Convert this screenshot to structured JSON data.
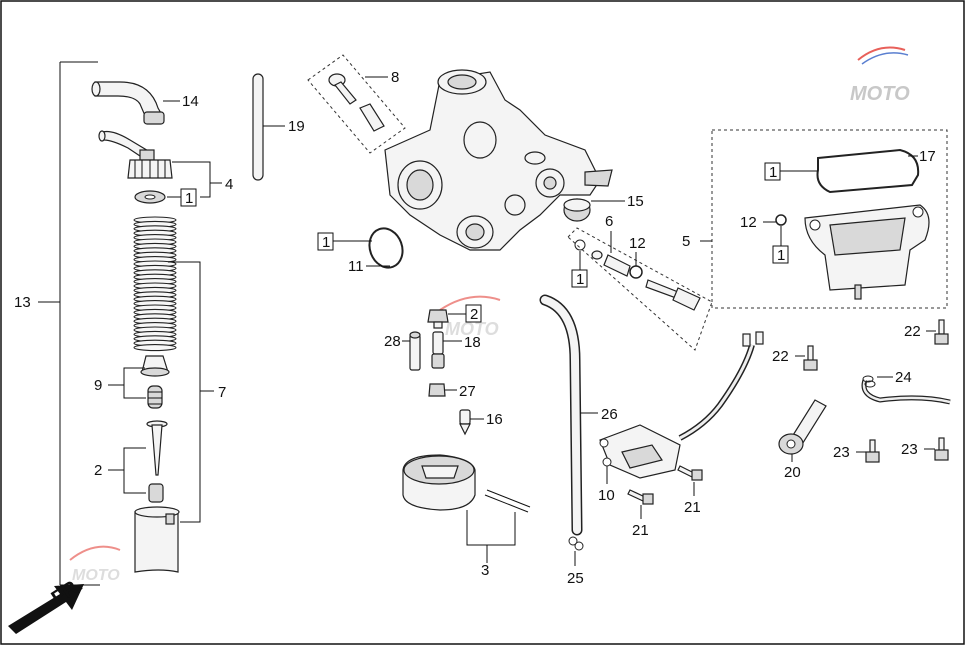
{
  "watermark": {
    "text": "MOTO",
    "colors": [
      "#e8605a",
      "#5a7fd0",
      "#c0c0c0"
    ]
  },
  "direction_marker": {
    "text": "FR."
  },
  "boxed_label": "1",
  "boxed_label_2": "2",
  "labels": {
    "l2": "2",
    "l3": "3",
    "l4": "4",
    "l5": "5",
    "l6": "6",
    "l7": "7",
    "l8": "8",
    "l9": "9",
    "l10": "10",
    "l11": "11",
    "l12a": "12",
    "l12b": "12",
    "l13": "13",
    "l14": "14",
    "l15": "15",
    "l16": "16",
    "l17": "17",
    "l18": "18",
    "l19": "19",
    "l20": "20",
    "l21a": "21",
    "l21b": "21",
    "l22a": "22",
    "l22b": "22",
    "l23a": "23",
    "l23b": "23",
    "l24": "24",
    "l25": "25",
    "l26": "26",
    "l27": "27",
    "l28": "28"
  }
}
